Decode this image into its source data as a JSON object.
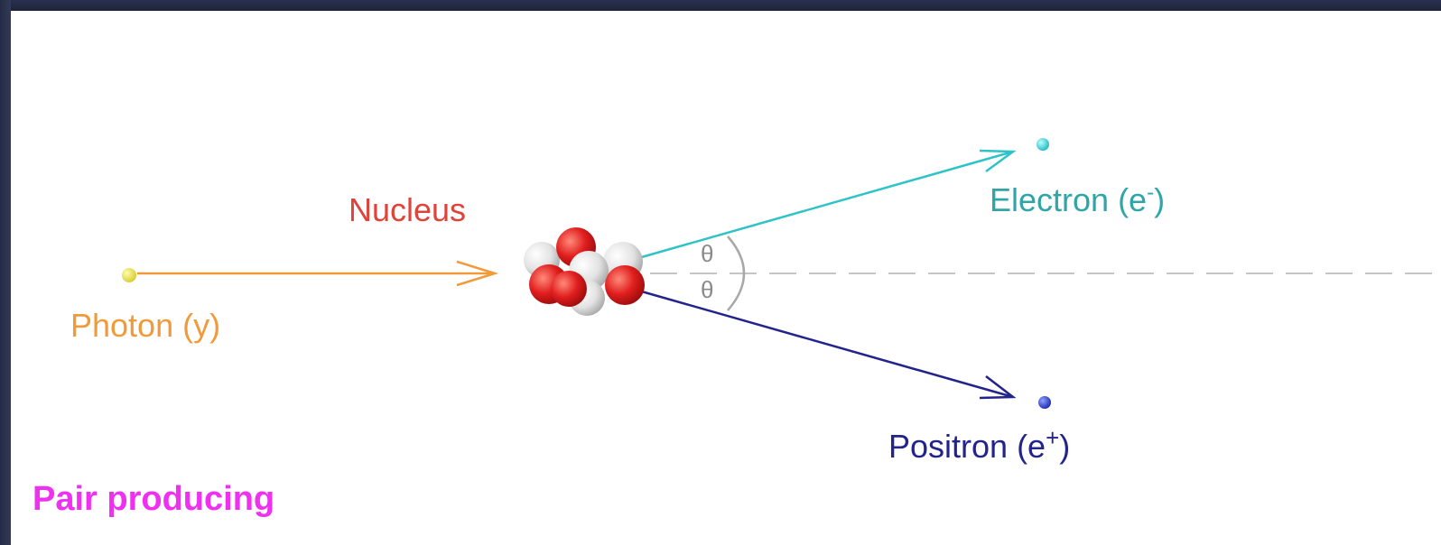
{
  "colors": {
    "photon": "#f09a3a",
    "photon_dot": "#e8e04a",
    "nucleus_label": "#e0433a",
    "proton": "#e01e1e",
    "neutron": "#e6e6e6",
    "electron": "#2fc3c8",
    "positron": "#23238c",
    "positron_dot": "#2a3fd6",
    "axis": "#bdbdbd",
    "caption": "#f030f0"
  },
  "labels": {
    "nucleus": "Nucleus",
    "photon": "Photon (y)",
    "electron_base": "Electron (e",
    "electron_sup": "-",
    "electron_close": ")",
    "positron_base": "Positron (e",
    "positron_sup": "+",
    "positron_close": ")",
    "theta_upper": "θ",
    "theta_lower": "θ"
  },
  "caption": "Pair producing"
}
